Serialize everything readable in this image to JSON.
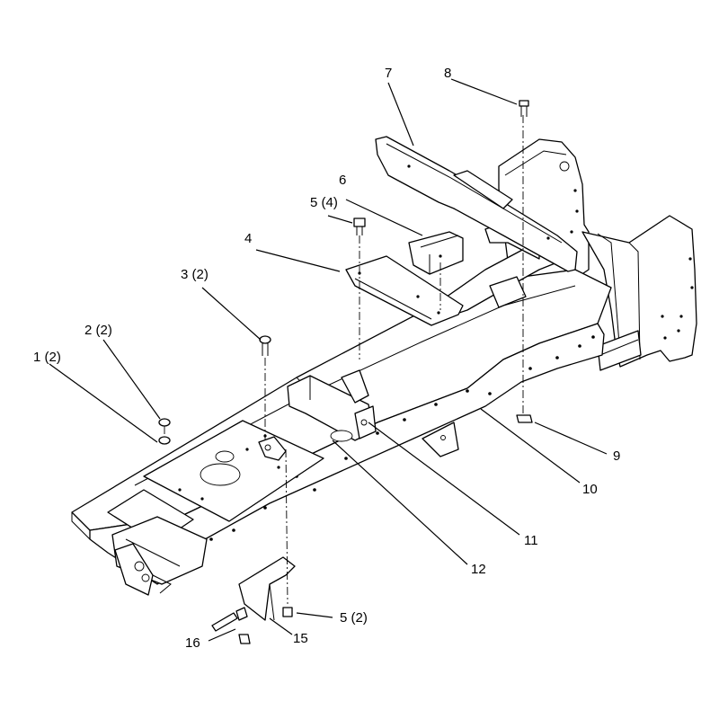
{
  "callouts": [
    {
      "id": "c1",
      "label": "1 (2)"
    },
    {
      "id": "c2",
      "label": "2 (2)"
    },
    {
      "id": "c3",
      "label": "3 (2)"
    },
    {
      "id": "c4",
      "label": "4"
    },
    {
      "id": "c5a",
      "label": "5 (4)"
    },
    {
      "id": "c5b",
      "label": "5 (2)"
    },
    {
      "id": "c6",
      "label": "6"
    },
    {
      "id": "c7",
      "label": "7"
    },
    {
      "id": "c8",
      "label": "8"
    },
    {
      "id": "c9",
      "label": "9"
    },
    {
      "id": "c10",
      "label": "10"
    },
    {
      "id": "c11",
      "label": "11"
    },
    {
      "id": "c12",
      "label": "12"
    },
    {
      "id": "c15",
      "label": "15"
    },
    {
      "id": "c16",
      "label": "16"
    }
  ]
}
